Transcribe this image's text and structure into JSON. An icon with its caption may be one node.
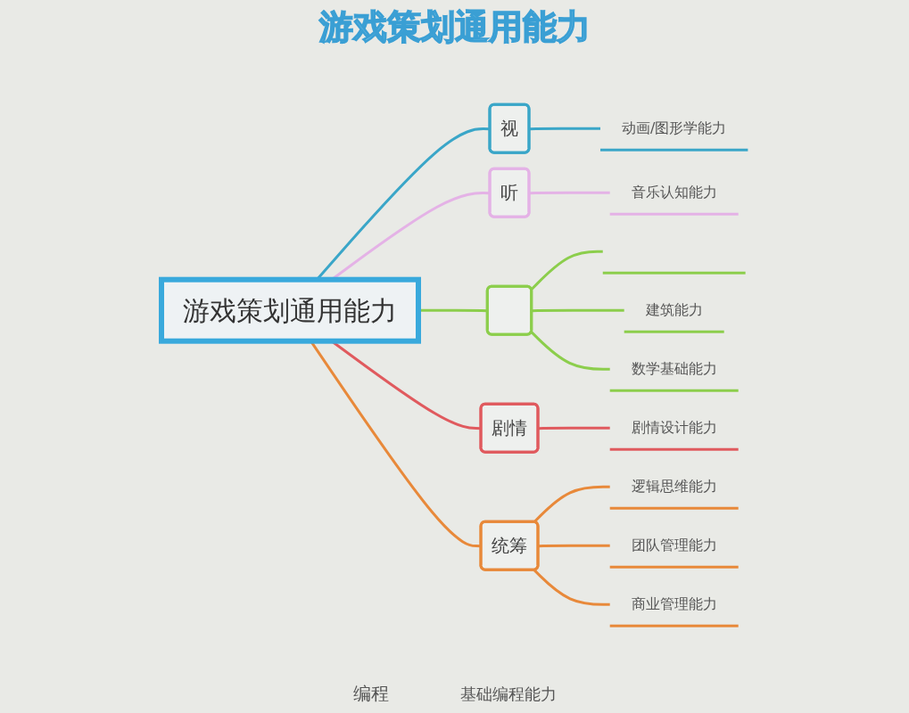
{
  "diagram": {
    "title": "游戏策划通用能力",
    "nodes": [
      {
        "text": [
          "游戏策划通用能力"
        ]
      },
      {
        "text": [
          "视"
        ]
      },
      {
        "text": [
          "动画/图形学能力"
        ]
      },
      {
        "text": [
          "听"
        ]
      },
      {
        "text": [
          "音乐认知能力"
        ]
      },
      {
        "text": [],
        "shape": "box"
      },
      {
        "text": [],
        "shape": "bar"
      },
      {
        "text": [
          "建筑能力"
        ]
      },
      {
        "text": [
          "数学基础能力"
        ]
      },
      {
        "text": [
          "剧情"
        ]
      },
      {
        "text": [
          "剧情设计能力"
        ]
      },
      {
        "text": [
          "统筹"
        ]
      },
      {
        "text": [
          "逻辑思维能力"
        ]
      },
      {
        "text": [
          "团队管理能力"
        ]
      },
      {
        "text": [
          "商业管理能力"
        ]
      }
    ],
    "edges": [
      {
        "from": 0,
        "to": 1,
        "arrow": "none",
        "color": "#3aa6c8"
      },
      {
        "from": 1,
        "to": 2,
        "arrow": "none",
        "color": "#3aa6c8"
      },
      {
        "from": 0,
        "to": 3,
        "arrow": "none",
        "color": "#e4b2e6"
      },
      {
        "from": 3,
        "to": 4,
        "arrow": "none",
        "color": "#e4b2e6"
      },
      {
        "from": 0,
        "to": 5,
        "arrow": "none",
        "color": "#8cce4c"
      },
      {
        "from": 5,
        "to": 6,
        "arrow": "none",
        "color": "#8cce4c"
      },
      {
        "from": 5,
        "to": 7,
        "arrow": "none",
        "color": "#8cce4c"
      },
      {
        "from": 5,
        "to": 8,
        "arrow": "none",
        "color": "#8cce4c"
      },
      {
        "from": 0,
        "to": 9,
        "arrow": "none",
        "color": "#e05a5e"
      },
      {
        "from": 9,
        "to": 10,
        "arrow": "none",
        "color": "#e05a5e"
      },
      {
        "from": 0,
        "to": 11,
        "arrow": "none",
        "color": "#e8893a"
      },
      {
        "from": 11,
        "to": 12,
        "arrow": "none",
        "color": "#e8893a"
      },
      {
        "from": 11,
        "to": 13,
        "arrow": "none",
        "color": "#e8893a"
      },
      {
        "from": 11,
        "to": 14,
        "arrow": "none",
        "color": "#e8893a"
      }
    ],
    "labels": [
      "编程",
      "基础编程能力"
    ]
  }
}
